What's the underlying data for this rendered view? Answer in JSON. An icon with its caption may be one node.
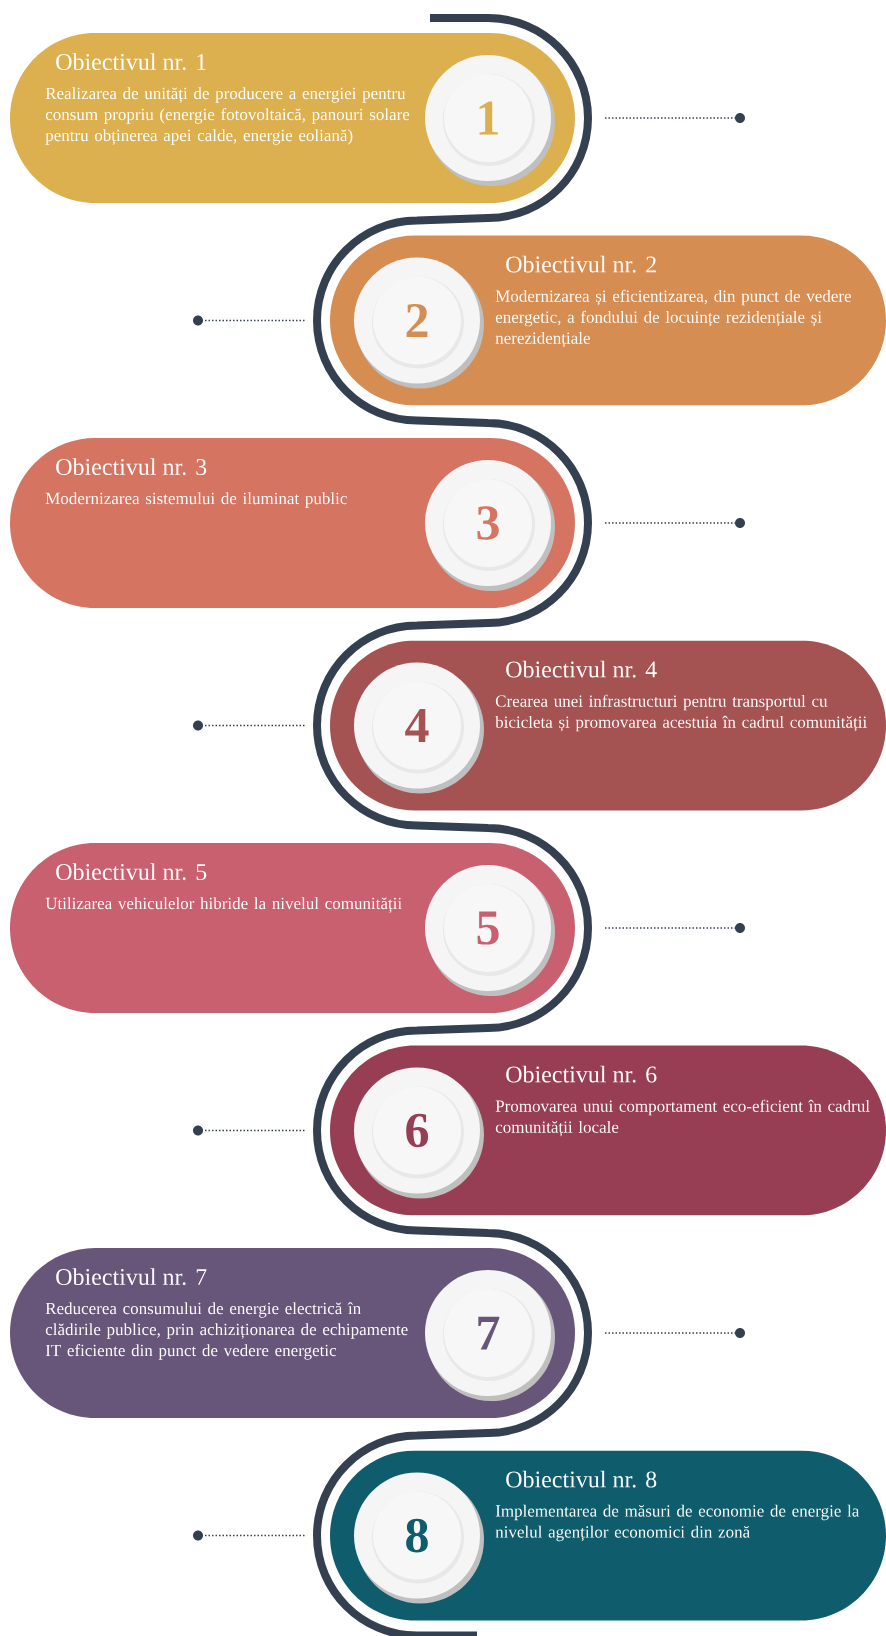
{
  "diagram": {
    "nodes": [
      {
        "text": [
          "Obiectivul nr. 1",
          "Realizarea de unități de producere a energiei pentru consum propriu (energie fotovoltaică, panouri solare pentru obținerea apei calde, energie eoliană)"
        ]
      },
      {
        "text": [
          "1"
        ],
        "in": 0
      },
      {
        "text": [
          "Obiectivul nr. 2",
          "Modernizarea și eficientizarea, din punct de vedere energetic, a fondului de locuințe rezidențiale și nerezidențiale"
        ]
      },
      {
        "text": [
          "2"
        ],
        "in": 2
      },
      {
        "text": [
          "Obiectivul nr. 3",
          "Modernizarea sistemului de iluminat public"
        ]
      },
      {
        "text": [
          "3"
        ],
        "in": 4
      },
      {
        "text": [
          "Obiectivul nr. 4",
          "Crearea unei infrastructuri pentru transportul cu bicicleta și promovarea acestuia în cadrul comunității"
        ]
      },
      {
        "text": [
          "4"
        ],
        "in": 6
      },
      {
        "text": [
          "Obiectivul nr. 5",
          "Utilizarea vehiculelor hibride la nivelul comunității"
        ]
      },
      {
        "text": [
          "5"
        ],
        "in": 8
      },
      {
        "text": [
          "Obiectivul nr. 6",
          "Promovarea unui comportament eco-eficient în cadrul comunității locale"
        ]
      },
      {
        "text": [
          "6"
        ],
        "in": 10
      },
      {
        "text": [
          "Obiectivul nr. 7",
          "Reducerea consumului de energie electrică în clădirile publice, prin achiziționarea de echipamente IT eficiente din punct de vedere energetic"
        ]
      },
      {
        "text": [
          "7"
        ],
        "in": 12
      },
      {
        "text": [
          "Obiectivul nr. 8",
          "Implementarea de măsuri de economie de energie la nivelul agenților economici din zonă"
        ]
      },
      {
        "text": [
          "8"
        ],
        "in": 14
      }
    ]
  }
}
